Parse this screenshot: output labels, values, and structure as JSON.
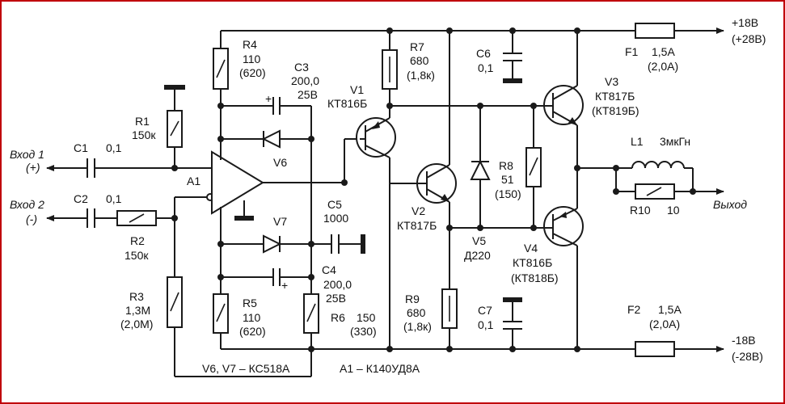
{
  "colors": {
    "frame": "#c0000a",
    "ink": "#1a1a1a"
  },
  "rails": {
    "pos": "+18В",
    "pos_alt": "(+28В)",
    "neg": "-18В",
    "neg_alt": "(-28В)"
  },
  "io": {
    "in1": "Вход 1",
    "in1_sign": "(+)",
    "in2": "Вход 2",
    "in2_sign": "(-)",
    "out": "Выход"
  },
  "components": {
    "R1": {
      "name": "R1",
      "value": "150к"
    },
    "R2": {
      "name": "R2",
      "value": "150к"
    },
    "R3": {
      "name": "R3",
      "value": "1,3М",
      "alt": "(2,0М)"
    },
    "R4": {
      "name": "R4",
      "value": "110",
      "alt": "(620)"
    },
    "R5": {
      "name": "R5",
      "value": "110",
      "alt": "(620)"
    },
    "R6": {
      "name": "R6",
      "value": "150",
      "alt": "(330)"
    },
    "R7": {
      "name": "R7",
      "value": "680",
      "alt": "(1,8к)"
    },
    "R8": {
      "name": "R8",
      "value": "51",
      "alt": "(150)"
    },
    "R9": {
      "name": "R9",
      "value": "680",
      "alt": "(1,8к)"
    },
    "R10": {
      "name": "R10",
      "value": "10"
    },
    "C1": {
      "name": "C1",
      "value": "0,1"
    },
    "C2": {
      "name": "C2",
      "value": "0,1"
    },
    "C3": {
      "name": "C3",
      "value": "200,0",
      "volt": "25В"
    },
    "C4": {
      "name": "C4",
      "value": "200,0",
      "volt": "25В"
    },
    "C5": {
      "name": "C5",
      "value": "1000"
    },
    "C6": {
      "name": "C6",
      "value": "0,1"
    },
    "C7": {
      "name": "C7",
      "value": "0,1"
    },
    "V1": {
      "name": "V1",
      "type": "КТ816Б"
    },
    "V2": {
      "name": "V2",
      "type": "КТ817Б"
    },
    "V3": {
      "name": "V3",
      "type": "КТ817Б",
      "alt": "(КТ819Б)"
    },
    "V4": {
      "name": "V4",
      "type": "КТ816Б",
      "alt": "(КТ818Б)"
    },
    "V5": {
      "name": "V5",
      "type": "Д220"
    },
    "V6": {
      "name": "V6"
    },
    "V7": {
      "name": "V7"
    },
    "A1": {
      "name": "A1"
    },
    "L1": {
      "name": "L1",
      "value": "3мкГн"
    },
    "F1": {
      "name": "F1",
      "value": "1,5А",
      "alt": "(2,0А)"
    },
    "F2": {
      "name": "F2",
      "value": "1,5А",
      "alt": "(2,0А)"
    }
  },
  "notes": {
    "zener": "V6, V7 – КС518А",
    "opamp": "A1 – К140УД8А"
  }
}
